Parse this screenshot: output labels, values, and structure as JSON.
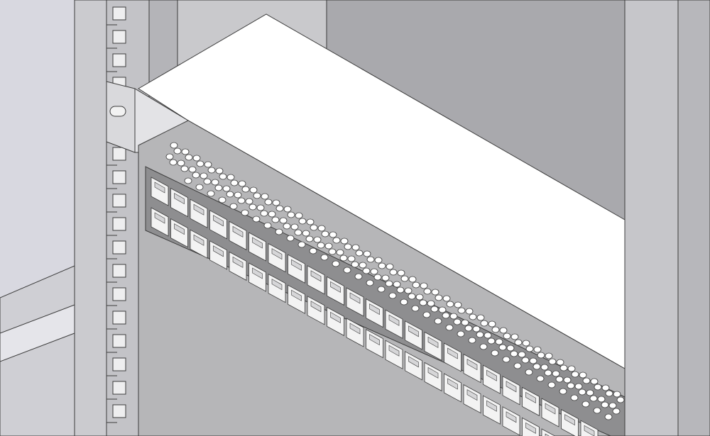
{
  "scene": {
    "rack_rail_slot_count": 18,
    "port_rows": 2,
    "ports_per_row": 24,
    "vent_hole_rows": 12
  },
  "colors": {
    "background": "#d8d8e0",
    "rack_body": "#c9c9cc",
    "rack_side": "#b9b9bd",
    "rack_inner": "#a9a9ad",
    "switch_top": "#ffffff",
    "switch_front": "#b6b6b8",
    "port_frame": "#8e8e90",
    "port_cell": "#f3f3f3",
    "outline": "#3c3c3c"
  }
}
